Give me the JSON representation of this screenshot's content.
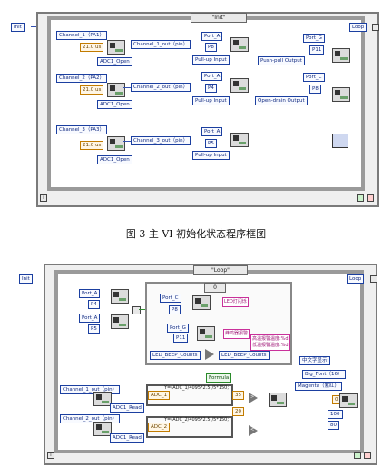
{
  "diagram1": {
    "init_tag": "Init",
    "selector_value": "\"Init\"",
    "loop_tag": "Loop",
    "iteration_i": "i",
    "rows": [
      {
        "channel": "Channel_1（PA1）",
        "delay": "21.0 us",
        "adc_open": "ADC1_Open",
        "channel_out": "Channel_1_out（pin）"
      },
      {
        "channel": "Channel_2（PA2）",
        "delay": "21.0 us",
        "adc_open": "ADC1_Open",
        "channel_out": "Channel_2_out（pin）"
      },
      {
        "channel": "Channel_3（PA3）",
        "delay": "21.0 us",
        "adc_open": "ADC1_Open",
        "channel_out": "Channel_3_out（pin）"
      }
    ],
    "port_groups": [
      {
        "port": "Port_A",
        "pin": "P8",
        "mode": "Pull-up Input"
      },
      {
        "port": "Port_A",
        "pin": "P4",
        "mode": "Pull-up Input"
      },
      {
        "port": "Port_A",
        "pin": "P5",
        "mode": "Pull-up Input"
      }
    ],
    "right_ports": [
      {
        "port": "Port_G",
        "pin": "P11",
        "mode": "Push-pull Output"
      },
      {
        "port": "Port_C",
        "pin": "P8",
        "mode": "Open-drain Output"
      }
    ]
  },
  "caption": "图 3 主 VI 初始化状态程序框图",
  "diagram2": {
    "init_tag": "Init",
    "selector_value": "\"Loop\"",
    "loop_tag": "Loop",
    "iteration_i": "i",
    "inner_selector_value": "0",
    "ports_left": [
      {
        "port": "Port_A",
        "pin": "P4"
      },
      {
        "port": "Port_A",
        "pin": "P5"
      }
    ],
    "inner_ports": [
      {
        "port": "Port_C",
        "pin": "P8",
        "label": "LED灯闪烁"
      },
      {
        "port": "Port_G",
        "pin": "P11",
        "label": "蜂鸣器报警"
      }
    ],
    "alarm_text_1": "高温报警温度:%d",
    "alarm_text_2": "低温报警温度:%d",
    "led_counts_in": "LED_BEEP_Counts",
    "led_counts_out": "LED_BEEP_Counts",
    "formula_label": "Formula",
    "channels": [
      {
        "channel": "Channel_1_out（pin）",
        "adc_read": "ADC1_Read",
        "adc_name": "ADC_1",
        "expr": "Y=(ADC_1/4095*2.5)/5*150;"
      },
      {
        "channel": "Channel_2_out（pin）",
        "adc_read": "ADC1_Read",
        "adc_name": "ADC_2",
        "expr": "Y=(ADC_2/4095*2.5)/5*150;"
      }
    ],
    "display_title": "中文字显示",
    "font_value": "Big_Font（16）",
    "color_value": "Magenta（紫红）",
    "const_a": "35",
    "const_b": "20",
    "const_c": "100",
    "const_d": "80",
    "const_e": "0",
    "compare_ops": [
      ">",
      "<"
    ]
  }
}
